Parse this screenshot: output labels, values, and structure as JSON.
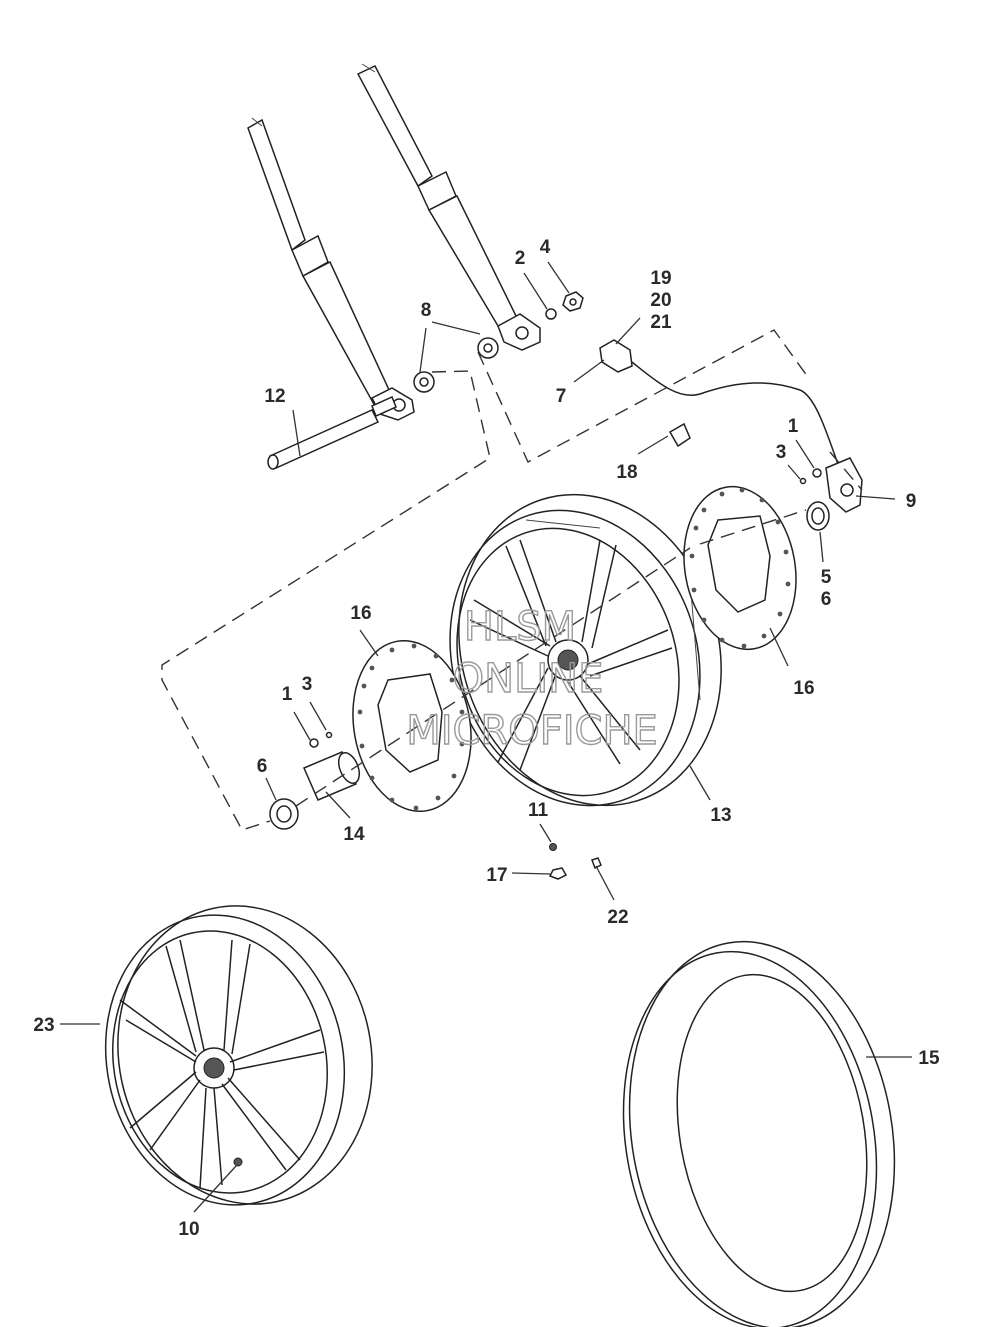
{
  "watermark": {
    "line1": "HLSM",
    "line2": "ONLINE",
    "line3": "MICROFICHE"
  },
  "callouts": {
    "c1a": "1",
    "c1b": "1",
    "c2": "2",
    "c3a": "3",
    "c3b": "3",
    "c4": "4",
    "c5": "5",
    "c6a": "6",
    "c6b": "6",
    "c7": "7",
    "c8": "8",
    "c9": "9",
    "c10": "10",
    "c11": "11",
    "c12": "12",
    "c13": "13",
    "c14": "14",
    "c15": "15",
    "c16a": "16",
    "c16b": "16",
    "c17": "17",
    "c18": "18",
    "c19": "19",
    "c20": "20",
    "c21": "21",
    "c22": "22",
    "c23": "23"
  }
}
